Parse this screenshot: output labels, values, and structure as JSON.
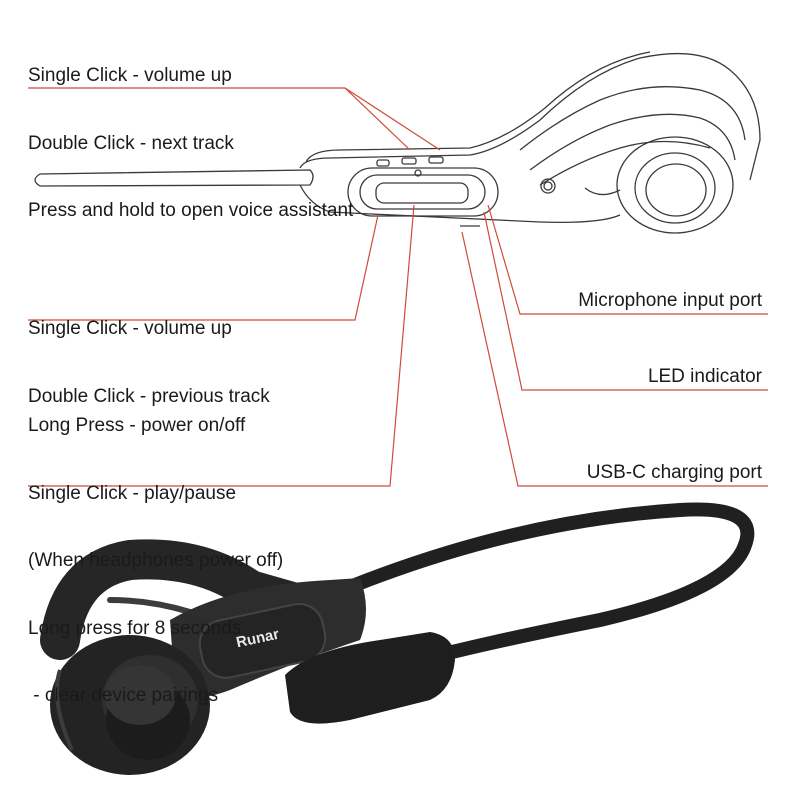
{
  "top_callout": {
    "lines": [
      "Single Click - volume up",
      "Double Click - next track",
      "Press and hold to open voice assistant"
    ]
  },
  "middle_callout": {
    "lines": [
      "Single Click - volume up",
      "Double Click - previous track"
    ]
  },
  "power_callout": {
    "lines": [
      "Long Press - power on/off",
      "Single Click - play/pause",
      "(When headphones power off)",
      "Long press for 8 seconds",
      " - clear device pairings"
    ]
  },
  "right_labels": {
    "microphone": "Microphone input port",
    "led": "LED indicator",
    "usb": "USB-C charging port"
  },
  "product": {
    "brand": "Runar"
  },
  "colors": {
    "leader_line": "#d04a3a",
    "text": "#1a1a1a",
    "outline": "#3a3a3a",
    "headset_body": "#2a2a2a"
  }
}
